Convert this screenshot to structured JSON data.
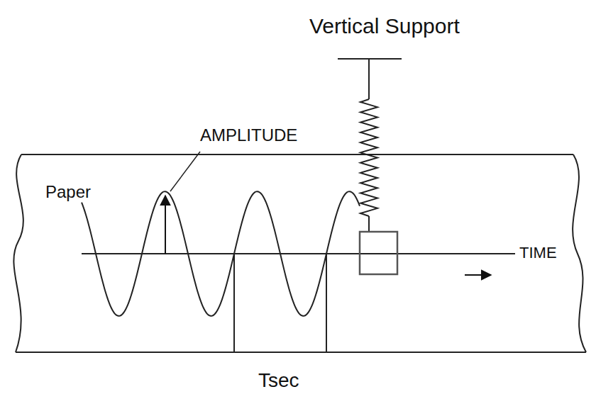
{
  "diagram": {
    "labels": [
      "Vertical Support",
      "AMPLITUDE",
      "Paper",
      "TIME",
      "Tsec"
    ]
  }
}
